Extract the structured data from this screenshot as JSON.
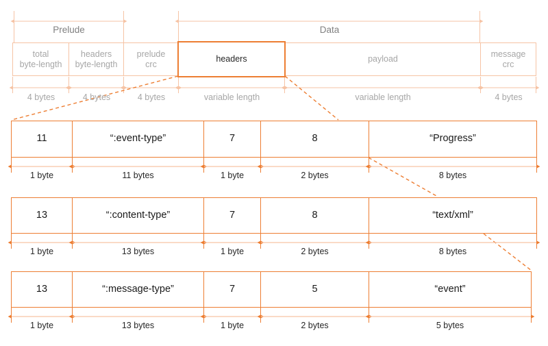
{
  "diagram": {
    "title": "event stream message frame layout",
    "colors": {
      "accent": "#ED7D31",
      "accent_light": "#F6C3A4",
      "muted_text": "#A6A6A6",
      "dark_text": "#262626",
      "background": "#FFFFFF"
    }
  },
  "top": {
    "sections": [
      {
        "label": "Prelude"
      },
      {
        "label": "Data"
      }
    ],
    "fields": [
      {
        "name": "total\nbyte-length",
        "size": "4 bytes",
        "highlight": false
      },
      {
        "name": "headers\nbyte-length",
        "size": "4 bytes",
        "highlight": false
      },
      {
        "name": "prelude\ncrc",
        "size": "4 bytes",
        "highlight": false
      },
      {
        "name": "headers",
        "size": "variable length",
        "highlight": true
      },
      {
        "name": "payload",
        "size": "variable length",
        "highlight": false
      },
      {
        "name": "message\ncrc",
        "size": "4 bytes",
        "highlight": false
      }
    ]
  },
  "header_rows": [
    {
      "name": "event-type-header",
      "cells": [
        {
          "value": "11",
          "size": "1 byte"
        },
        {
          "value": "“:event-type”",
          "size": "11 bytes"
        },
        {
          "value": "7",
          "size": "1 byte"
        },
        {
          "value": "8",
          "size": "2 bytes"
        },
        {
          "value": "“Progress”",
          "size": "8 bytes"
        }
      ]
    },
    {
      "name": "content-type-header",
      "cells": [
        {
          "value": "13",
          "size": "1 byte"
        },
        {
          "value": "“:content-type”",
          "size": "13 bytes"
        },
        {
          "value": "7",
          "size": "1 byte"
        },
        {
          "value": "8",
          "size": "2 bytes"
        },
        {
          "value": "“text/xml”",
          "size": "8 bytes"
        }
      ]
    },
    {
      "name": "message-type-header",
      "cells": [
        {
          "value": "13",
          "size": "1 byte"
        },
        {
          "value": "“:message-type”",
          "size": "13 bytes"
        },
        {
          "value": "7",
          "size": "1 byte"
        },
        {
          "value": "5",
          "size": "2 bytes"
        },
        {
          "value": "“event”",
          "size": "5 bytes"
        }
      ]
    }
  ]
}
